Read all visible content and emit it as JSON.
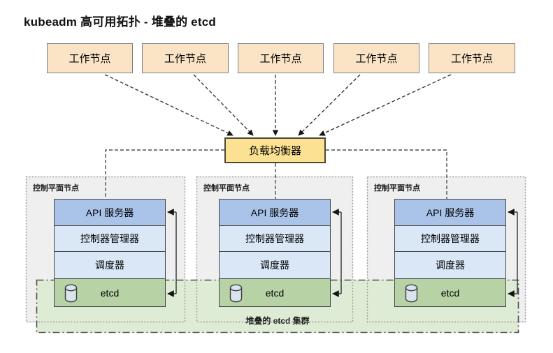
{
  "title": "kubeadm 高可用拓扑 - 堆叠的 etcd",
  "workers": [
    "工作节点",
    "工作节点",
    "工作节点",
    "工作节点",
    "工作节点"
  ],
  "load_balancer": "负载均衡器",
  "control_planes": [
    {
      "label": "控制平面节点",
      "api": "API 服务器",
      "controller_manager": "控制器管理器",
      "scheduler": "调度器",
      "etcd": "etcd"
    },
    {
      "label": "控制平面节点",
      "api": "API 服务器",
      "controller_manager": "控制器管理器",
      "scheduler": "调度器",
      "etcd": "etcd"
    },
    {
      "label": "控制平面节点",
      "api": "API 服务器",
      "controller_manager": "控制器管理器",
      "scheduler": "调度器",
      "etcd": "etcd"
    }
  ],
  "etcd_cluster_label": "堆叠的 etcd 集群",
  "icons": {
    "database": "database-cylinder-icon"
  },
  "colors": {
    "worker-fill": "#FBE4C6",
    "worker-border": "#7f7f7f",
    "lb-fill": "#FCE193",
    "lb-border": "#4a4a35",
    "api-fill": "#A9C3E9",
    "row-fill": "#D9E7F6",
    "etcd-fill": "#B7D2A5",
    "band-fill": "#DFECD5",
    "panel-fill": "#EFEFEF",
    "box-border": "#474747"
  }
}
